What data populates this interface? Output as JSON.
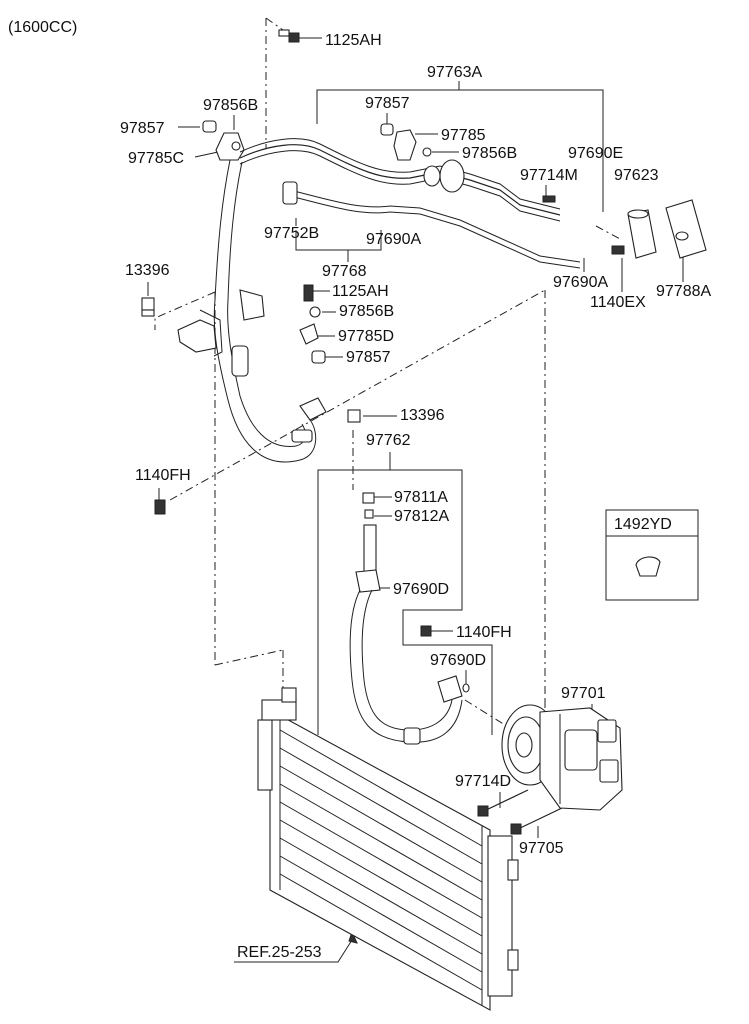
{
  "header": {
    "engine": "(1600CC)"
  },
  "parts": {
    "p1125ah_top": "1125AH",
    "p97763a": "97763A",
    "p97856b_left": "97856B",
    "p97857_left": "97857",
    "p97785c": "97785C",
    "p97857_mid": "97857",
    "p97785_mid": "97785",
    "p97856b_mid": "97856B",
    "p97690e": "97690E",
    "p97714m": "97714M",
    "p97623": "97623",
    "p97752b": "97752B",
    "p97690a_mid": "97690A",
    "p97768": "97768",
    "p97690a_right": "97690A",
    "p13396_left": "13396",
    "p1125ah_mid": "1125AH",
    "p97856b_low": "97856B",
    "p97785d": "97785D",
    "p97857_low": "97857",
    "p1140ex": "1140EX",
    "p97788a": "97788A",
    "p13396_center": "13396",
    "p97762": "97762",
    "p1140fh_left": "1140FH",
    "p97811a": "97811A",
    "p97812a": "97812A",
    "p1492yd": "1492YD",
    "p97690d_upper": "97690D",
    "p1140fh_right": "1140FH",
    "p97690d_lower": "97690D",
    "p97701": "97701",
    "p97714d": "97714D",
    "p97705": "97705",
    "ref": "REF.25-253"
  }
}
